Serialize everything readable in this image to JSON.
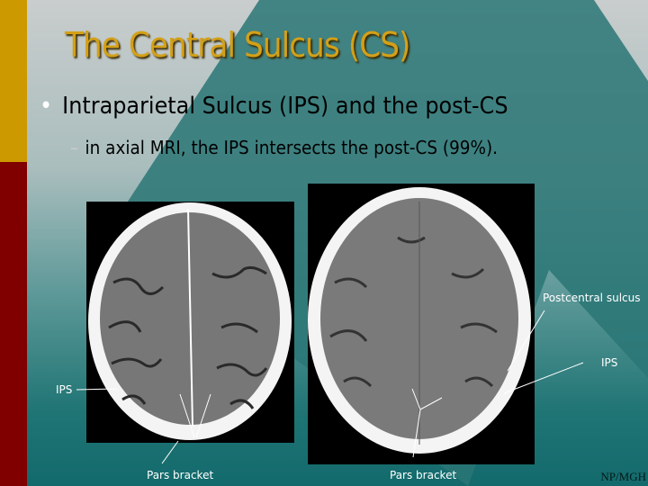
{
  "slide": {
    "title": "The Central Sulcus (CS)",
    "bullet": "Intraparietal Sulcus (IPS) and the post-CS",
    "sub_bullet": "in axial MRI, the IPS intersects the post-CS (99%).",
    "bullet_marker": "•",
    "sub_marker": "–"
  },
  "labels": {
    "left_ips": "IPS",
    "left_pars": "Pars bracket",
    "right_postcentral": "Postcentral sulcus",
    "right_ips": "IPS",
    "right_pars": "Pars bracket"
  },
  "credit": "NP/MGH",
  "colors": {
    "gold": "#cc9900",
    "maroon": "#800000",
    "teal": "#1a6e70",
    "title": "#d4a017"
  }
}
